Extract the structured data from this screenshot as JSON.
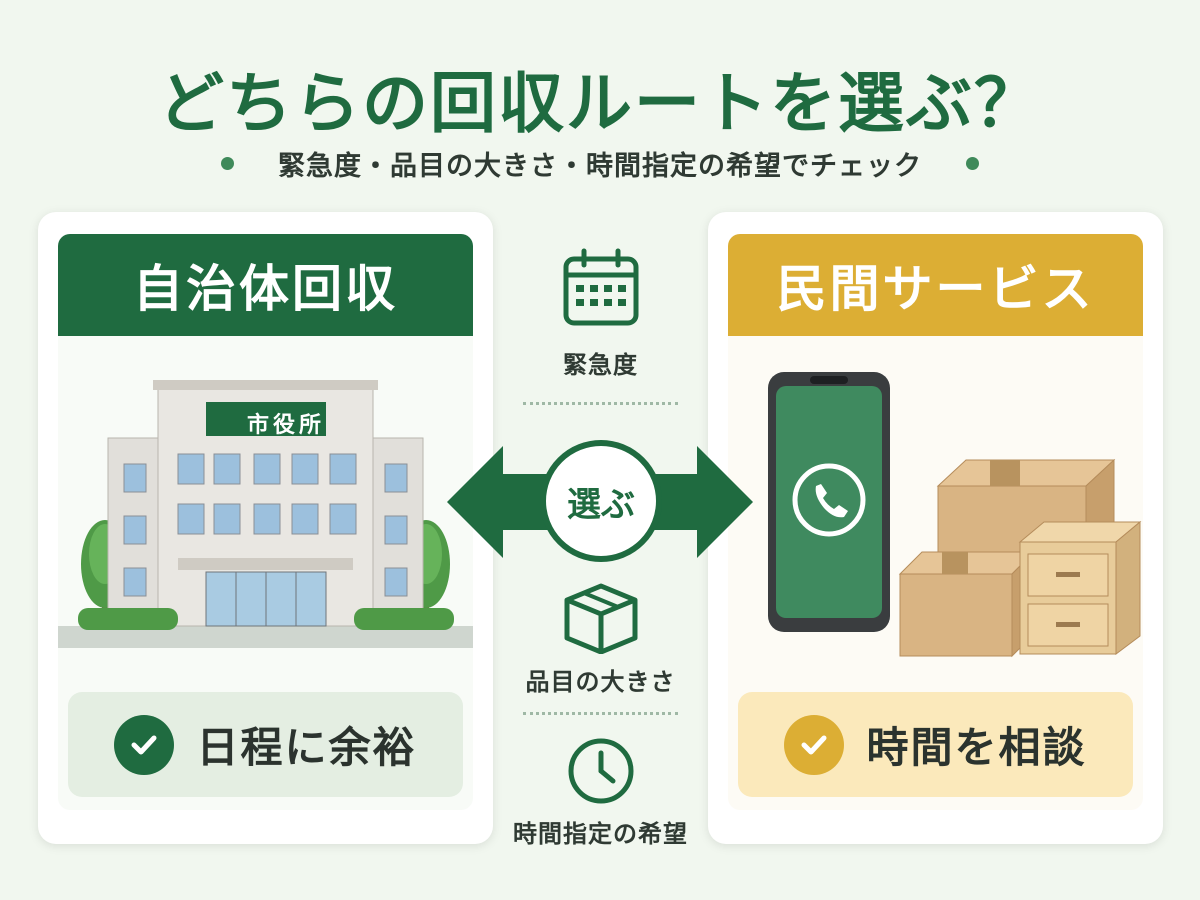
{
  "title": "どちらの回収ルートを選ぶ？",
  "subtitle": "緊急度・品目の大きさ・時間指定の希望でチェック",
  "left": {
    "header": "自治体回収",
    "building_sign": "市役所",
    "pill": "日程に余裕"
  },
  "right": {
    "header": "民間サービス",
    "pill": "時間を相談"
  },
  "center": {
    "choose": "選ぶ",
    "factors": [
      "緊急度",
      "品目の大きさ",
      "時間指定の希望"
    ]
  },
  "colors": {
    "green": "#1f6b40",
    "mustard": "#dcae34",
    "background": "#f1f7ef"
  },
  "icons": [
    "calendar-icon",
    "box-icon",
    "clock-icon",
    "check-icon",
    "phone-icon"
  ]
}
